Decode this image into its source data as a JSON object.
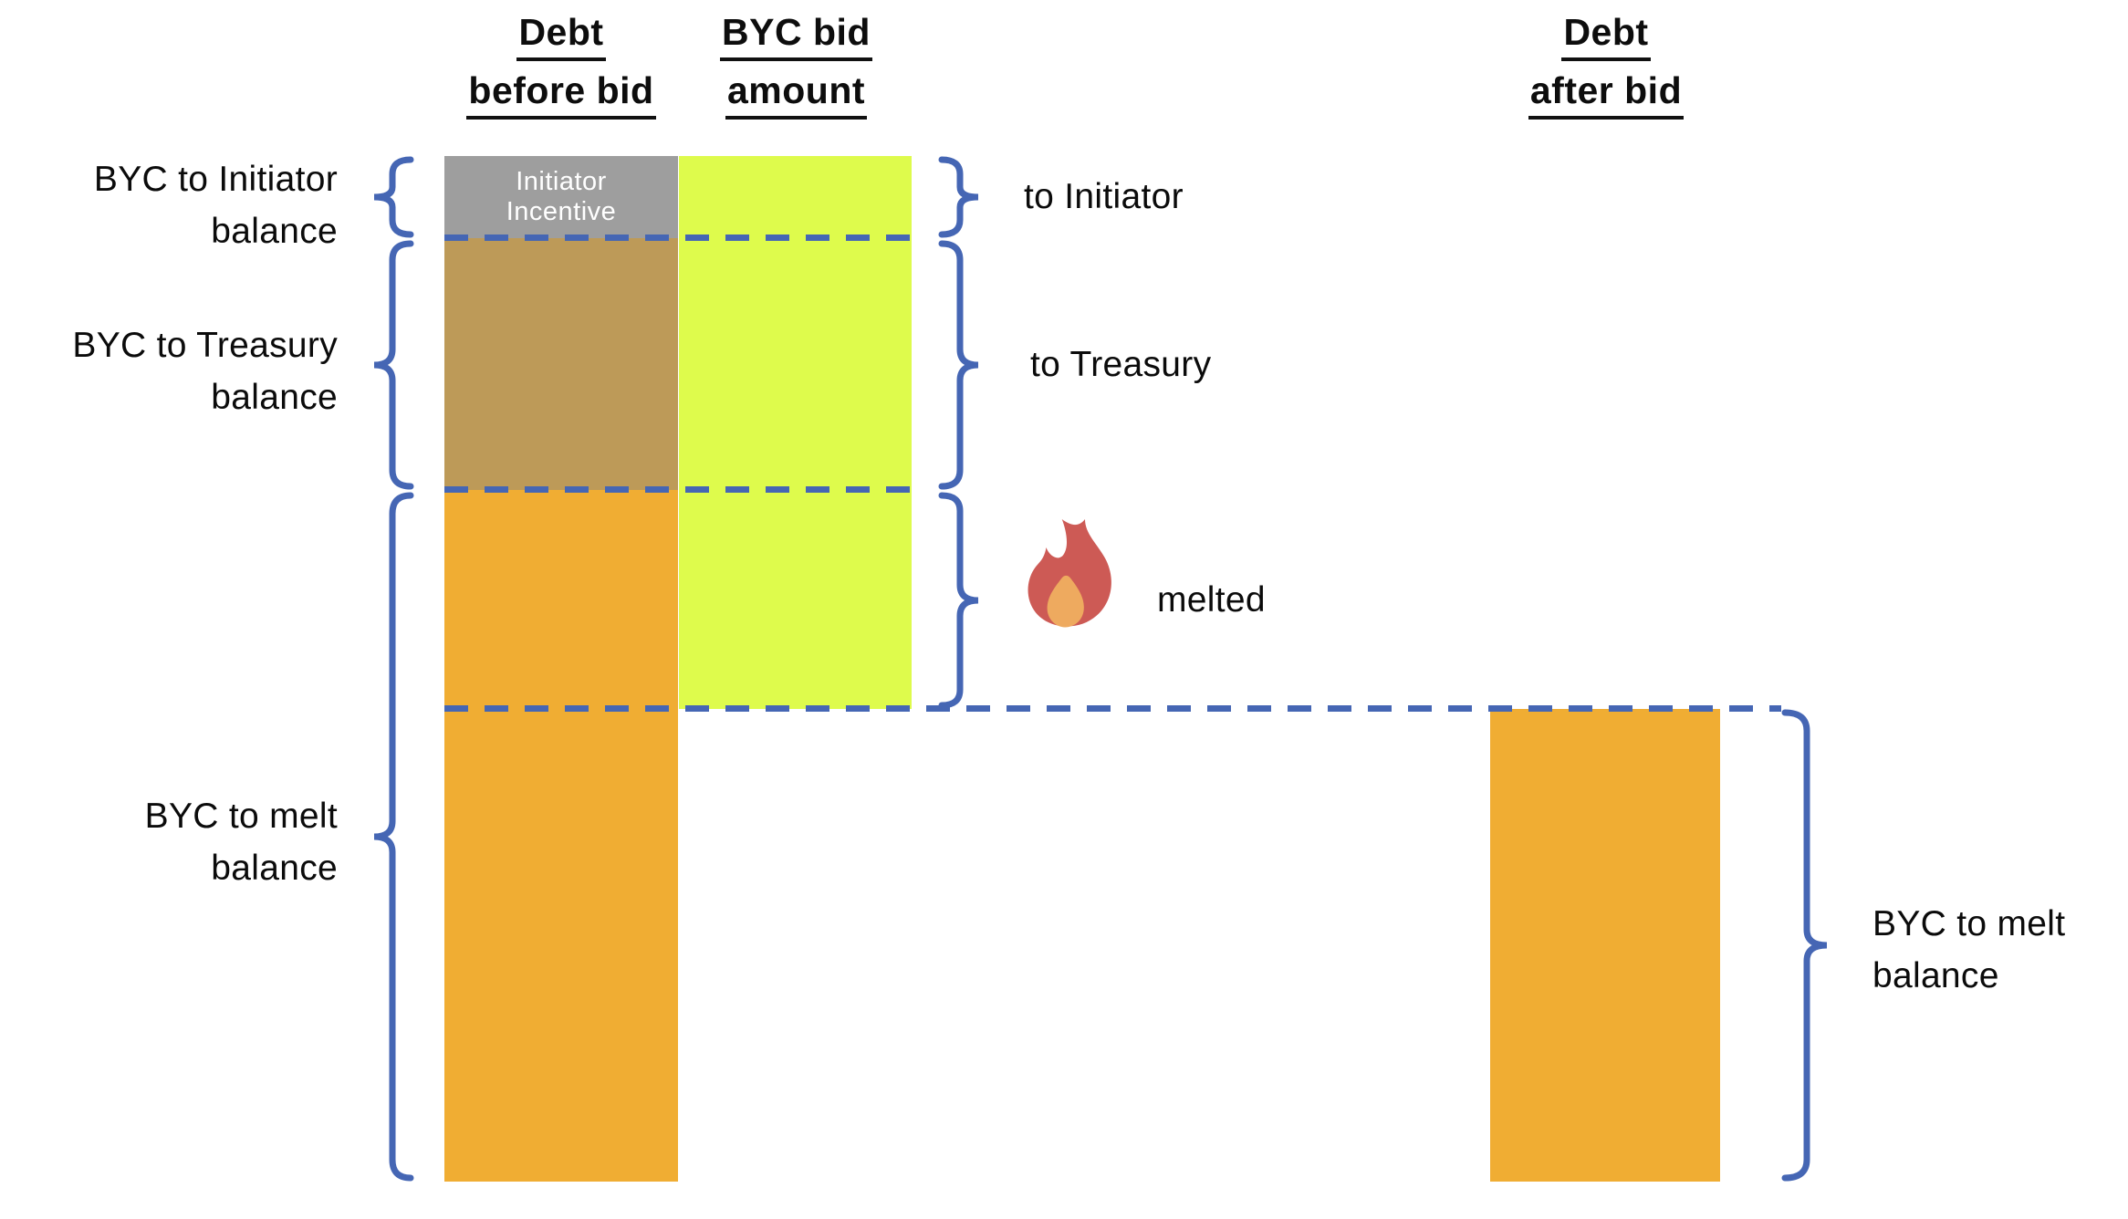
{
  "title_columns": {
    "before": [
      "Debt",
      "before bid"
    ],
    "bid": [
      "BYC bid",
      "amount"
    ],
    "after": [
      "Debt",
      "after bid"
    ]
  },
  "bar_segment_label": [
    "Initiator",
    "Incentive"
  ],
  "left_labels": {
    "initiator": [
      "BYC to Initiator",
      "balance"
    ],
    "treasury": [
      "BYC to Treasury",
      "balance"
    ],
    "melt": [
      "BYC to melt",
      "balance"
    ]
  },
  "right_labels": {
    "initiator": "to Initiator",
    "treasury": "to Treasury",
    "melted": "melted",
    "melt_after": [
      "BYC to melt",
      "balance"
    ]
  },
  "icons": {
    "flame": "flame-icon"
  },
  "colors": {
    "initiator_incentive_gray": "#9e9e9e",
    "treasury_overlap_tan": "#bd9a58",
    "melt_orange": "#f0ad33",
    "bid_yellow": "#defb4c",
    "annotation_blue": "#4566b4",
    "flame_red": "#cd5a55",
    "flame_core": "#eeaa5f",
    "text": "#0d0d0d",
    "incentive_text": "#ffffff"
  },
  "figure": {
    "type": "stacked-bar-diagram",
    "bars": [
      {
        "name": "debt-before-bid",
        "segments": [
          "initiator-incentive",
          "byc-to-treasury-balance",
          "byc-to-melt-balance"
        ]
      },
      {
        "name": "byc-bid-amount",
        "segments": [
          "to-initiator",
          "to-treasury",
          "melted"
        ]
      },
      {
        "name": "debt-after-bid",
        "segments": [
          "byc-to-melt-balance-remaining"
        ]
      }
    ]
  }
}
